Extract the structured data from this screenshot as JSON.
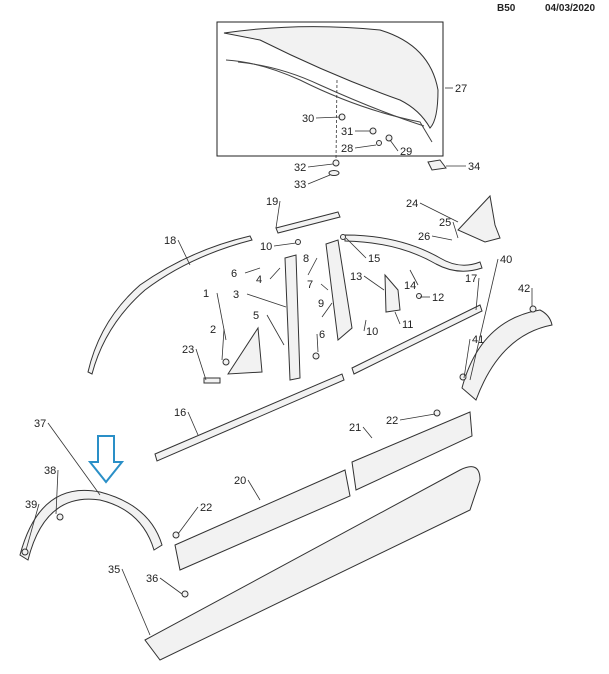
{
  "header": {
    "code": "B50",
    "date": "04/03/2020"
  },
  "accent_color": "#2a8fc7",
  "callouts": [
    "27",
    "30",
    "31",
    "28",
    "29",
    "32",
    "33",
    "34",
    "19",
    "24",
    "25",
    "26",
    "18",
    "10",
    "8",
    "15",
    "40",
    "6",
    "4",
    "7",
    "13",
    "14",
    "17",
    "42",
    "1",
    "3",
    "12",
    "9",
    "5",
    "11",
    "2",
    "10",
    "6",
    "41",
    "23",
    "16",
    "22",
    "21",
    "37",
    "38",
    "20",
    "39",
    "22",
    "35",
    "36"
  ]
}
